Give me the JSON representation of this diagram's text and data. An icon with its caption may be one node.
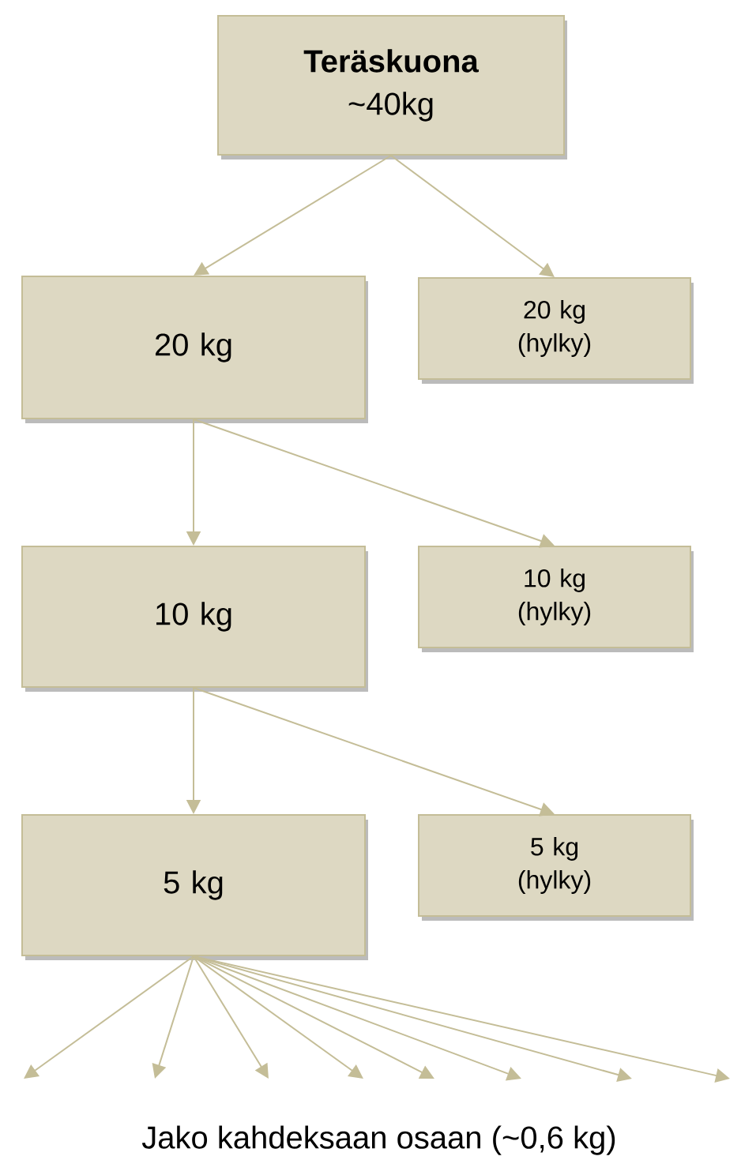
{
  "diagram": {
    "nodes": [
      {
        "text": [
          "Teräskuona",
          "~40kg"
        ]
      },
      {
        "text": [
          "20 kg"
        ]
      },
      {
        "text": [
          "20 kg (hylky)"
        ]
      },
      {
        "text": [
          "10 kg"
        ]
      },
      {
        "text": [
          "10 kg (hylky)"
        ]
      },
      {
        "text": [
          "5 kg"
        ]
      },
      {
        "text": [
          "5 kg (hylky)"
        ]
      }
    ],
    "edges": [
      {
        "from": 0,
        "to": 1,
        "arrow": "to"
      },
      {
        "from": 0,
        "to": 2,
        "arrow": "to"
      },
      {
        "from": 1,
        "to": 3,
        "arrow": "to"
      },
      {
        "from": 1,
        "to": 4,
        "arrow": "to"
      },
      {
        "from": 3,
        "to": 5,
        "arrow": "to"
      },
      {
        "from": 3,
        "to": 6,
        "arrow": "to"
      },
      {
        "from": 5,
        "to": null,
        "arrow": "to"
      },
      {
        "from": 5,
        "to": null,
        "arrow": "to"
      },
      {
        "from": 5,
        "to": null,
        "arrow": "to"
      },
      {
        "from": 5,
        "to": null,
        "arrow": "to"
      },
      {
        "from": 5,
        "to": null,
        "arrow": "to"
      },
      {
        "from": 5,
        "to": null,
        "arrow": "to"
      },
      {
        "from": 5,
        "to": null,
        "arrow": "to"
      },
      {
        "from": 5,
        "to": null,
        "arrow": "to"
      }
    ],
    "labels": [
      "Jako kahdeksaan osaan (~0,6 kg)"
    ]
  }
}
